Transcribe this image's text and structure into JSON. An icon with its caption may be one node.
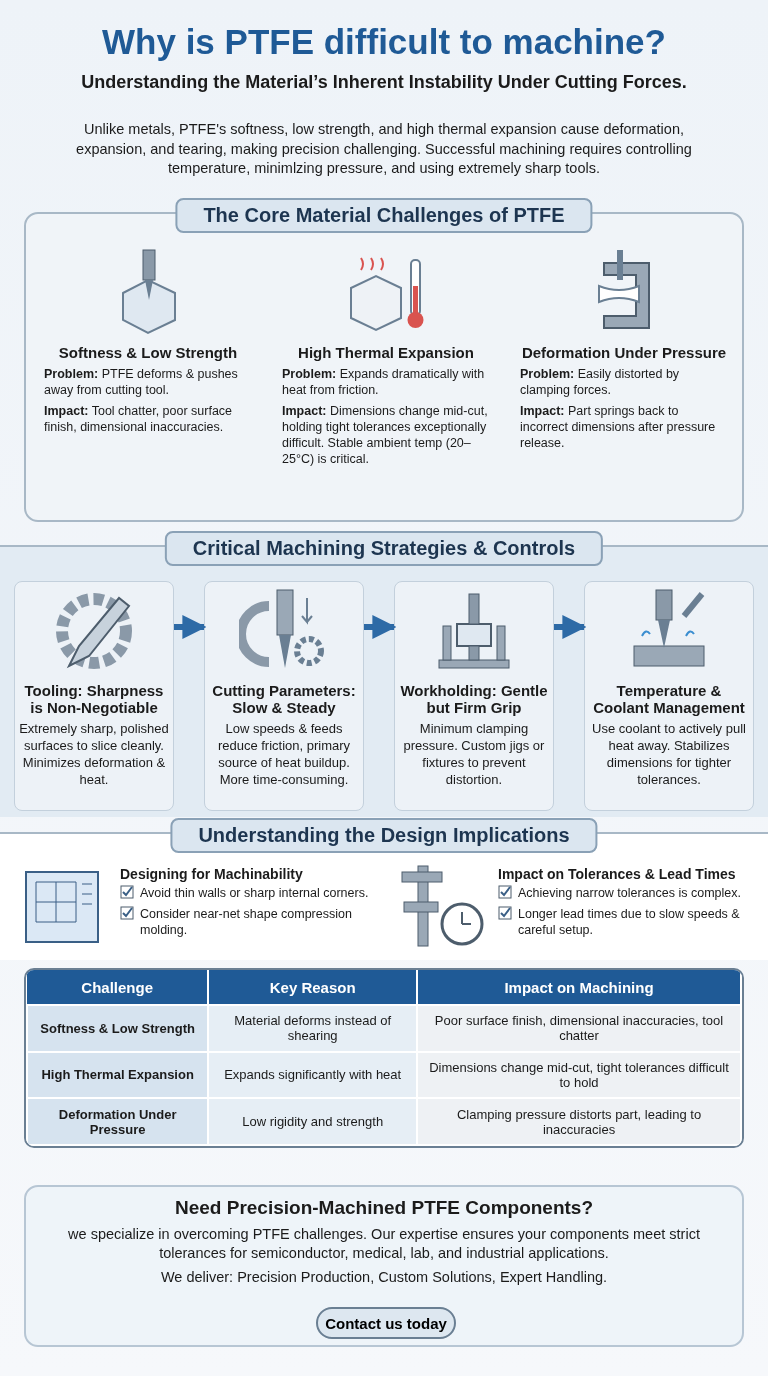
{
  "diagram": {
    "title": "Why is PTFE difficult to machine?",
    "nodes": [
      {
        "text": [
          "The Core Material Challenges of PTFE"
        ]
      },
      {
        "text": [
          "Softness & Low Strength",
          "**Problem:** PTFE deforms & pushes away from cutting tool.",
          "**Impact:** Tool chatter, poor surface finish, dimensional inaccuracies."
        ],
        "in": 0
      },
      {
        "text": [
          "High Thermal Expansion",
          "**Problem:** Expands dramatically with heat from friction.",
          "**Impact:** Dimensions change mid-cut, holding tight tolerances exceptionally difficult. Stable ambient temp (20–25°C) is critical."
        ],
        "in": 0
      },
      {
        "text": [
          "Deformation Under Pressure",
          "**Problem:** Easily distorted by clamping forces.",
          "**Impact:** Part springs back to incorrect dimensions after pressure release."
        ],
        "in": 0
      },
      {
        "text": [
          "Critical Machining Strategies & Controls"
        ]
      },
      {
        "text": [
          "Tooling: Sharpness is Non-Negotiable",
          "Extremely sharp, polished surfaces to slice cleanly. Minimizes deformation & heat."
        ],
        "in": 4
      },
      {
        "text": [
          "Cutting Parameters: Slow & Steady",
          "Low speeds & feeds reduce friction, primary source of heat buildup. More time-consuming."
        ],
        "in": 4
      },
      {
        "text": [
          "Workholding: Gentle but Firm Grip",
          "Minimum clamping pressure. Custom jigs or fixtures to prevent distortion."
        ],
        "in": 4
      },
      {
        "text": [
          "Temperature & Coolant Management",
          "Use coolant to actively pull heat away. Stabilizes dimensions for tighter tolerances."
        ],
        "in": 4
      },
      {
        "text": [
          "Understanding the Design Implications"
        ]
      },
      {
        "text": [
          "Designing for Machinability",
          "Avoid thin walls or sharp internal corners.",
          "Consider near-net shape compression molding."
        ],
        "in": 9
      },
      {
        "text": [
          "Impact on Tolerances & Lead Times",
          "Achieving narrow tolerances is complex.",
          "Longer lead times due to slow speeds & careful setup."
        ],
        "in": 9
      },
      {
        "text": [
          "Need Precision-Machined PTFE Components?",
          "we specialize in overcoming PTFE challenges. Our expertise ensures your components meet strict tolerances for semiconductor, medical, lab, and industrial applications.",
          "We deliver: Precision Production, Custom Solutions, Expert Handling."
        ]
      },
      {
        "text": [
          "Contact us today"
        ],
        "in": 12
      }
    ],
    "edges": [
      {
        "from": 5,
        "to": 6,
        "arrow": "to"
      },
      {
        "from": 6,
        "to": 7,
        "arrow": "to"
      },
      {
        "from": 7,
        "to": 8,
        "arrow": "to"
      }
    ],
    "labels": [
      "Understanding the Material’s Inherent Instability Under Cutting Forces.",
      "Unlike metals, PTFE's softness, low strength, and high thermal expansion cause deformation, expansion, and tearing, making precision challenging. Successful machining requires controlling temperature, minimlzing pressure, and using extremely sharp tools.",
      "Challenge",
      "Key Reason",
      "Impact on Machining",
      "Softness & Low Strength",
      "Material deforms instead of shearing",
      "Poor surface finish, dimensional inaccuracies, tool chatter",
      "High Thermal Expansion",
      "Expands significantly with heat",
      "Dimensions change mid-cut, tight tolerances difficult to hold",
      "Deformation Under Pressure",
      "Low rigidity and strength",
      "Clamping pressure distorts part, leading to inaccuracies"
    ]
  }
}
